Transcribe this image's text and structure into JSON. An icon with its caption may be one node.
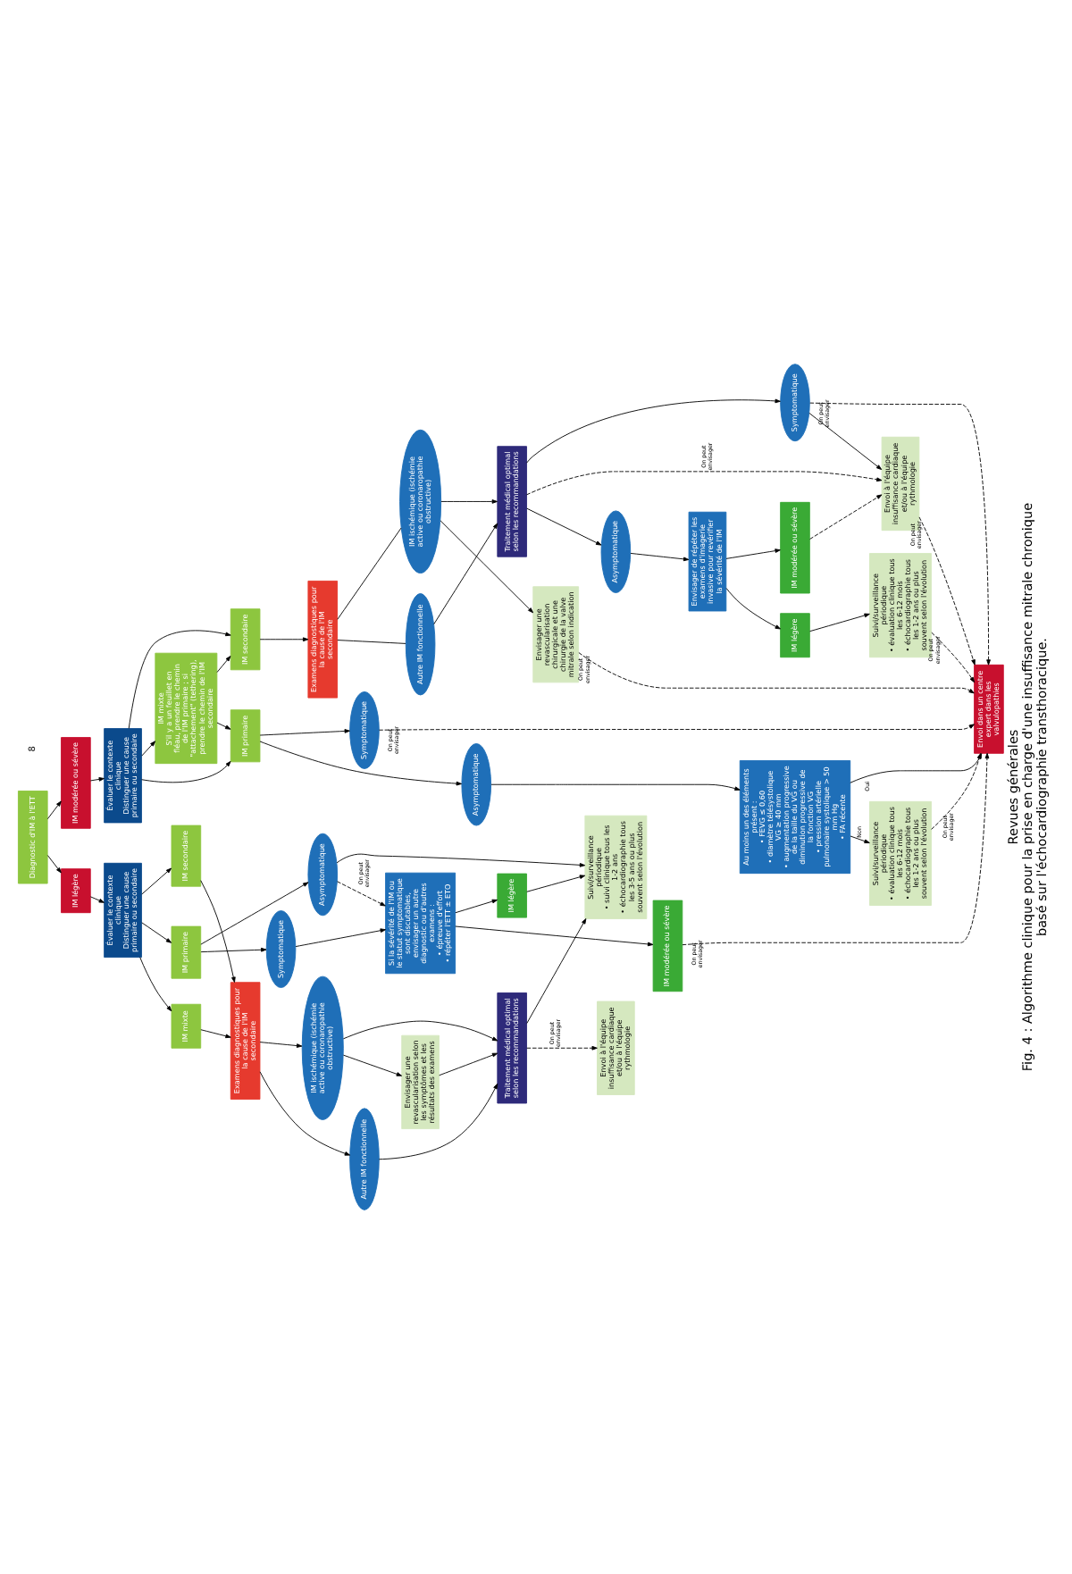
{
  "diagram": {
    "title": "Revues générales",
    "caption": "Fig. 4 : Algorithme clinique pour la prise en charge d'une insuffisance mitrale chronique basé sur l'échocardiographie transthoracique.",
    "nodes": [
      {
        "text": [
          "Diagnostic d'IM à l'ETT"
        ]
      },
      {
        "text": [
          "IM modérée ou sévère"
        ]
      },
      {
        "text": [
          "Évaluer le contexte clinique",
          "Distinguer une cause primaire ou secondaire"
        ]
      },
      {
        "text": [
          "IM secondaire"
        ]
      },
      {
        "text": [
          "IM mixte",
          "S'il y a un feuillet en fléau, prendre le chemin de l'IM primaire ; si \"attachement\" (tethering), prendre le chemin de l'IM secondaire"
        ]
      },
      {
        "text": [
          "IM primaire"
        ]
      },
      {
        "text": [
          "Examens diagnostiques pour la cause de l'IM secondaire"
        ]
      },
      {
        "text": [
          "IM ischémique (ischémie active ou coronaropathie obstructive)"
        ]
      },
      {
        "text": [
          "Autre IM fonctionnelle"
        ]
      },
      {
        "text": [
          "Envisager une revascularisation chirurgicale et une chirurgie de la valve mitrale selon indication"
        ]
      },
      {
        "text": [
          "Traitement médical optimal selon les recommandations"
        ]
      },
      {
        "text": [
          "Asymptomatique"
        ]
      },
      {
        "text": [
          "Symptomatique"
        ]
      },
      {
        "text": [
          "Envisager de répéter les examens d'imagerie invasive pour revérifier la sévérité de l'IM"
        ]
      },
      {
        "text": [
          "IM légère"
        ]
      },
      {
        "text": [
          "IM modérée ou sévère"
        ]
      },
      {
        "text": [
          "Suivi/surveillance périodique",
          "• évaluation clinique tous les 6-12 mois",
          "• échocardiographie tous les 1-2 ans ou plus souvent selon l'évolution"
        ]
      },
      {
        "text": [
          "Envoi à l'équipe insuffisance cardiaque et/ou à l'équipe rythmologie"
        ]
      },
      {
        "text": [
          "Symptomatique"
        ]
      },
      {
        "text": [
          "Asymptomatique"
        ]
      },
      {
        "text": [
          "Au moins un des éléments présent :",
          "• FEVG ≤ 0,60",
          "• diamètre télésystolique VG ≥ 40 mm",
          "• augmentation progressive de la taille du VG ou diminution progressive de la fonction VG",
          "• pression artérielle pulmonaire systolique > 50 mm Hg",
          "• FA récente"
        ]
      },
      {
        "text": [
          "Suivi/surveillance périodique",
          "• évaluation clinique tous les 6-12 mois",
          "• échocardiographie tous les 1-2 ans ou plus souvent selon l'évolution"
        ]
      },
      {
        "text": [
          "Envoi dans un centre expert dans les valvulopathies"
        ]
      },
      {
        "text": [
          "IM légère"
        ]
      },
      {
        "text": [
          "Évaluer le contexte clinique",
          "Distinguer une cause primaire ou secondaire"
        ]
      },
      {
        "text": [
          "IM secondaire"
        ]
      },
      {
        "text": [
          "IM mixte"
        ]
      },
      {
        "text": [
          "IM primaire"
        ]
      },
      {
        "text": [
          "Examens diagnostiques pour la cause de l'IM secondaire"
        ]
      },
      {
        "text": [
          "IM ischémique (ischémie active ou coronaropathie obstructive)"
        ]
      },
      {
        "text": [
          "Autre IM fonctionnelle"
        ]
      },
      {
        "text": [
          "Envisager une revascularisation selon les symptômes et les résultats des examens"
        ]
      },
      {
        "text": [
          "Traitement médical optimal selon les recommandations"
        ]
      },
      {
        "text": [
          "Envoi à l'équipe insuffisance cardiaque et/ou à l'équipe rythmologie"
        ]
      },
      {
        "text": [
          "Asymptomatique"
        ]
      },
      {
        "text": [
          "Symptomatique"
        ]
      },
      {
        "text": [
          "Si la sévérité de l'IM ou le statut symptomatique sont discutables, envisager un autre diagnostic ou d'autres examens :",
          "• épreuve d'effort",
          "• répéter l'ETT ± ETO"
        ]
      },
      {
        "text": [
          "IM légère"
        ]
      },
      {
        "text": [
          "IM modérée ou sévère"
        ]
      },
      {
        "text": [
          "Suivi/surveillance périodique",
          "• suivi clinique tous les 1-2 ans",
          "• échocardiographie tous les 3-5 ans ou plus souvent selon l'évolution"
        ]
      }
    ],
    "edges": [
      {
        "from": 0,
        "to": 1,
        "arrow": "to"
      },
      {
        "from": 1,
        "to": 2,
        "arrow": "to"
      },
      {
        "from": 2,
        "to": 3,
        "arrow": "to"
      },
      {
        "from": 2,
        "to": 4,
        "arrow": "to"
      },
      {
        "from": 2,
        "to": 5,
        "arrow": "to"
      },
      {
        "from": 4,
        "to": 3,
        "arrow": "to"
      },
      {
        "from": 4,
        "to": 5,
        "arrow": "to"
      },
      {
        "from": 3,
        "to": 6,
        "arrow": "to"
      },
      {
        "from": 6,
        "to": 7,
        "arrow": "none"
      },
      {
        "from": 6,
        "to": 8,
        "arrow": "none"
      },
      {
        "from": 7,
        "to": 9,
        "arrow": "to"
      },
      {
        "from": 7,
        "to": 10,
        "arrow": "to"
      },
      {
        "from": 8,
        "to": 10,
        "arrow": "to"
      },
      {
        "from": 10,
        "to": 18,
        "arrow": "to"
      },
      {
        "from": 10,
        "to": 19,
        "arrow": "to"
      },
      {
        "from": 19,
        "to": 13,
        "arrow": "to"
      },
      {
        "from": 13,
        "to": 15,
        "arrow": "to"
      },
      {
        "from": 13,
        "to": 23,
        "arrow": "to"
      },
      {
        "from": 23,
        "to": 16,
        "arrow": "to"
      },
      {
        "from": 15,
        "to": 17,
        "arrow": "to",
        "style": "dashed"
      },
      {
        "from": 18,
        "to": 17,
        "arrow": "to"
      },
      {
        "from": 9,
        "to": 22,
        "label": "On peut envisager",
        "arrow": "to",
        "style": "dashed"
      },
      {
        "from": 10,
        "to": 17,
        "label": "On peut envisager",
        "arrow": "to",
        "style": "dashed"
      },
      {
        "from": 18,
        "to": 22,
        "label": "On peut envisager",
        "arrow": "to",
        "style": "dashed"
      },
      {
        "from": 16,
        "to": 22,
        "label": "On peut envisager",
        "arrow": "to",
        "style": "dashed"
      },
      {
        "from": 17,
        "to": 22,
        "label": "On peut envisager",
        "arrow": "to",
        "style": "dashed"
      },
      {
        "from": 5,
        "to": 12,
        "arrow": "to"
      },
      {
        "from": 5,
        "to": 11,
        "arrow": "to"
      },
      {
        "from": 11,
        "to": 20,
        "arrow": "to"
      },
      {
        "from": 20,
        "to": 22,
        "label": "Oui",
        "arrow": "to"
      },
      {
        "from": 20,
        "to": 21,
        "label": "Non",
        "arrow": "to"
      },
      {
        "from": 12,
        "to": 22,
        "label": "On peut envisager",
        "arrow": "to",
        "style": "dashed"
      },
      {
        "from": 21,
        "to": 22,
        "label": "On peut envisager",
        "arrow": "to",
        "style": "dashed"
      },
      {
        "from": 0,
        "to": 14,
        "arrow": "to"
      },
      {
        "from": 14,
        "to": 24,
        "arrow": "to"
      },
      {
        "from": 24,
        "to": 25,
        "arrow": "to"
      },
      {
        "from": 24,
        "to": 26,
        "arrow": "to"
      },
      {
        "from": 24,
        "to": 27,
        "arrow": "to"
      },
      {
        "from": 25,
        "to": 28,
        "arrow": "to"
      },
      {
        "from": 26,
        "to": 28,
        "arrow": "to"
      },
      {
        "from": 28,
        "to": 29,
        "arrow": "to"
      },
      {
        "from": 28,
        "to": 30,
        "arrow": "to"
      },
      {
        "from": 29,
        "to": 31,
        "arrow": "to"
      },
      {
        "from": 29,
        "to": 32,
        "arrow": "to"
      },
      {
        "from": 30,
        "to": 32,
        "arrow": "to"
      },
      {
        "from": 31,
        "to": 32,
        "arrow": "to"
      },
      {
        "from": 32,
        "to": 39,
        "arrow": "to"
      },
      {
        "from": 32,
        "to": 33,
        "label": "On peut envisager",
        "arrow": "to",
        "style": "dashed"
      },
      {
        "from": 27,
        "to": 34,
        "arrow": "to"
      },
      {
        "from": 27,
        "to": 35,
        "arrow": "to"
      },
      {
        "from": 35,
        "to": 36,
        "arrow": "to"
      },
      {
        "from": 34,
        "to": 36,
        "label": "On peut envisager",
        "arrow": "to",
        "style": "dashed"
      },
      {
        "from": 34,
        "to": 39,
        "arrow": "to"
      },
      {
        "from": 36,
        "to": 37,
        "arrow": "to"
      },
      {
        "from": 36,
        "to": 38,
        "arrow": "to"
      },
      {
        "from": 37,
        "to": 39,
        "arrow": "to"
      },
      {
        "from": 38,
        "to": 22,
        "label": "On peut envisager",
        "arrow": "to",
        "style": "dashed"
      }
    ],
    "labels": [
      "8"
    ]
  }
}
